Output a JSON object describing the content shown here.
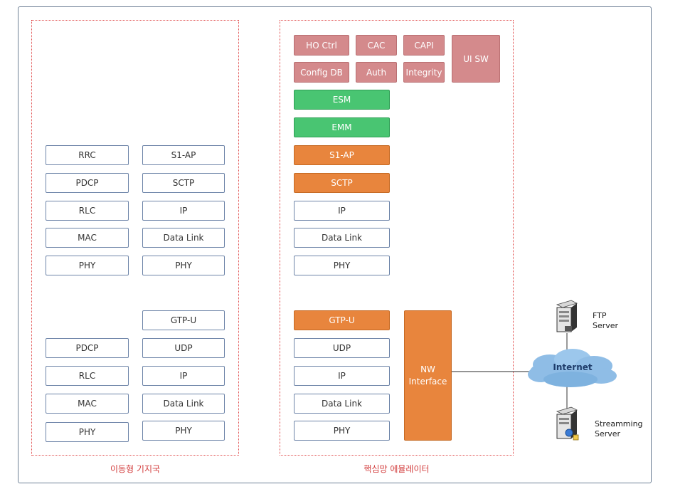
{
  "zones": {
    "base_station": "이동형 기지국",
    "core_emulator": "핵심망 에뮬레이터"
  },
  "base_station": {
    "ran_stack": [
      "RRC",
      "PDCP",
      "RLC",
      "MAC",
      "PHY"
    ],
    "s1_stack": [
      "S1-AP",
      "SCTP",
      "IP",
      "Data Link",
      "PHY"
    ],
    "user_ran_stack": [
      "PDCP",
      "RLC",
      "MAC",
      "PHY"
    ],
    "gtp_stack": [
      "GTP-U",
      "UDP",
      "IP",
      "Data Link",
      "PHY"
    ]
  },
  "core": {
    "modules": {
      "ho_ctrl": "HO Ctrl",
      "cac": "CAC",
      "capi": "CAPI",
      "ui_sw": "UI SW",
      "config_db": "Config DB",
      "auth": "Auth",
      "integrity": "Integrity"
    },
    "control_stack": [
      "ESM",
      "EMM",
      "S1-AP",
      "SCTP",
      "IP",
      "Data Link",
      "PHY"
    ],
    "user_stack": [
      "GTP-U",
      "UDP",
      "IP",
      "Data Link",
      "PHY"
    ],
    "nw_interface": [
      "NW",
      "Interface"
    ]
  },
  "network": {
    "internet": "Internet",
    "ftp_server": [
      "FTP",
      "Server"
    ],
    "streaming_server": [
      "Streamming",
      "Server"
    ]
  },
  "colors": {
    "zone_border": "#e04848",
    "pink_module": "#d48a8c",
    "green_layer": "#49c572",
    "orange_layer": "#e8853d",
    "cloud": "#8fbde6"
  }
}
